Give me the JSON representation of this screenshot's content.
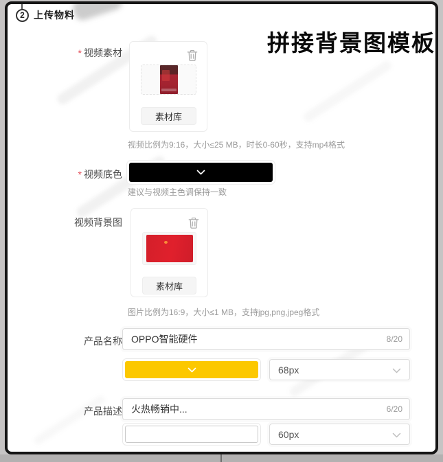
{
  "panel": {
    "step_number": "2",
    "step_title": "上传物料",
    "page_title": "拼接背景图模板"
  },
  "fields": {
    "video_material": {
      "label": "视频素材",
      "required_mark": "*",
      "library_button_label": "素材库",
      "hint": "视频比例为9:16，大小≤25 MB，时长0-60秒，支持mp4格式",
      "trash_icon": "trash-icon",
      "thumbnail": "vertical-red-video-thumbnail"
    },
    "video_base_color": {
      "label": "视频底色",
      "required_mark": "*",
      "selected_color": "#000000",
      "hint": "建议与视频主色调保持一致"
    },
    "video_background_image": {
      "label": "视频背景图",
      "library_button_label": "素材库",
      "hint": "图片比例为16:9，大小≤1 MB，支持jpg,png,jpeg格式",
      "trash_icon": "trash-icon",
      "thumbnail": "red-16x9-image-thumbnail"
    },
    "product_name": {
      "label": "产品名称",
      "value": "OPPO智能硬件",
      "char_counter": "8/20",
      "text_color": "#FCC800",
      "font_size_option": "68px"
    },
    "product_description": {
      "label": "产品描述",
      "value": "火热畅销中...",
      "char_counter": "6/20",
      "text_color": "#FFFFFF",
      "font_size_option": "60px"
    }
  },
  "colors": {
    "accent_yellow": "#FCC800",
    "thumbnail_red": "#DB1F2B",
    "frame_border": "#151515"
  }
}
